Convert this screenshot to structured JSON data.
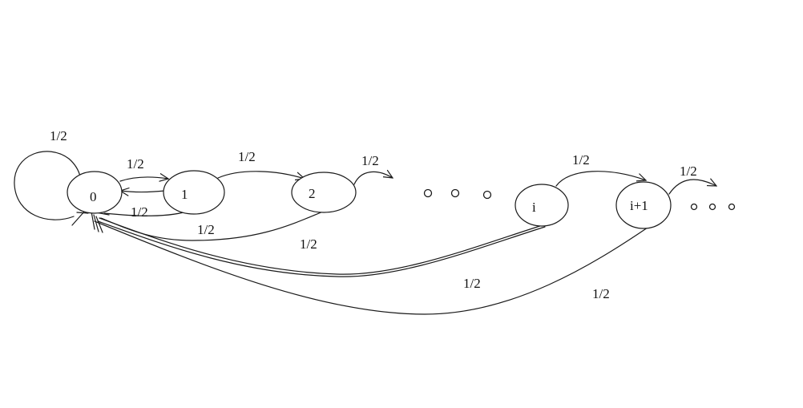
{
  "states": {
    "s0": "0",
    "s1": "1",
    "s2": "2",
    "si": "i",
    "si1": "i+1"
  },
  "edge_labels": {
    "self_loop_0": "1/2",
    "s0_to_s1": "1/2",
    "s1_to_s0": "1/2",
    "s1_to_s2": "1/2",
    "s2_to_s0": "1/2",
    "s2_to_next": "1/2",
    "s2_to_s0_lower": "1/2",
    "si_to_si1": "1/2",
    "si_to_s0": "1/2",
    "si1_to_next": "1/2",
    "si1_to_s0": "1/2"
  }
}
